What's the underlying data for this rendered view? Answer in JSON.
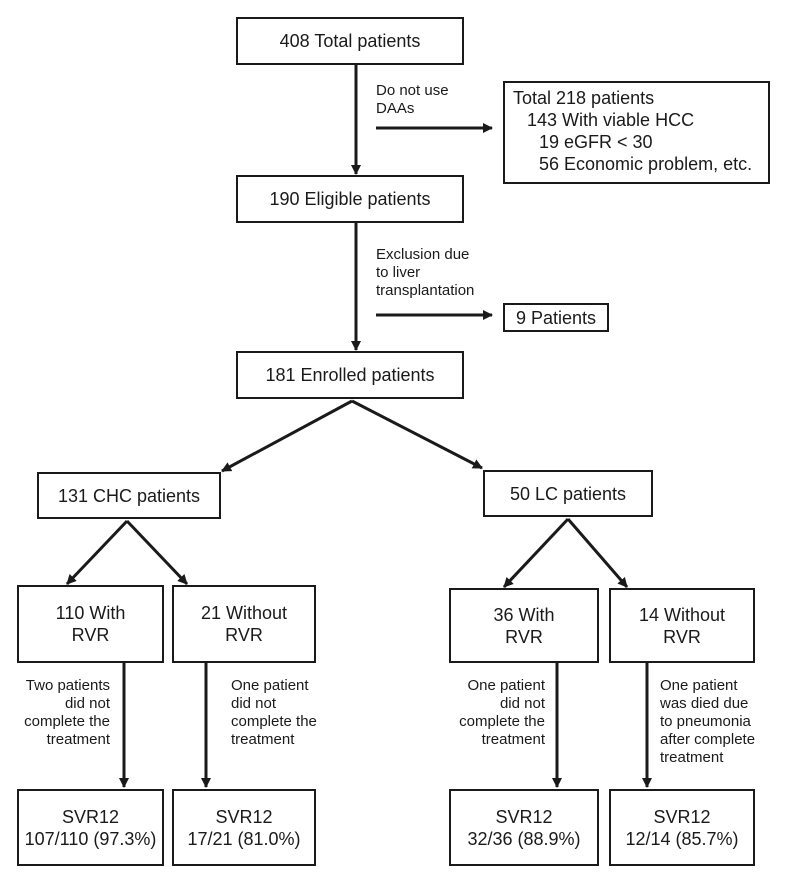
{
  "flowchart": {
    "total": "408 Total patients",
    "exclusion_note_1": [
      "Do not use",
      "DAAs"
    ],
    "excluded_box": {
      "line1": "Total 218 patients",
      "line2": "143 With viable HCC",
      "line3": "19 eGFR < 30",
      "line4": "56 Economic problem, etc."
    },
    "eligible": "190 Eligible patients",
    "exclusion_note_2": [
      "Exclusion due",
      "to liver",
      "transplantation"
    ],
    "transplant_box": "9 Patients",
    "enrolled": "181 Enrolled patients",
    "chc": "131 CHC patients",
    "lc": "50 LC patients",
    "chc_with_rvr": [
      "110 With",
      "RVR"
    ],
    "chc_without_rvr": [
      "21 Without",
      "RVR"
    ],
    "lc_with_rvr": [
      "36 With",
      "RVR"
    ],
    "lc_without_rvr": [
      "14 Without",
      "RVR"
    ],
    "note_chc_with": [
      "Two patients",
      "did not",
      "complete the",
      "treatment"
    ],
    "note_chc_without": [
      "One patient",
      "did not",
      "complete the",
      "treatment"
    ],
    "note_lc_with": [
      "One patient",
      "did not",
      "complete the",
      "treatment"
    ],
    "note_lc_without": [
      "One patient",
      "was died due",
      "to pneumonia",
      "after complete",
      "treatment"
    ],
    "svr_chc_with": [
      "SVR12",
      "107/110 (97.3%)"
    ],
    "svr_chc_without": [
      "SVR12",
      "17/21 (81.0%)"
    ],
    "svr_lc_with": [
      "SVR12",
      "32/36 (88.9%)"
    ],
    "svr_lc_without": [
      "SVR12",
      "12/14 (85.7%)"
    ]
  }
}
